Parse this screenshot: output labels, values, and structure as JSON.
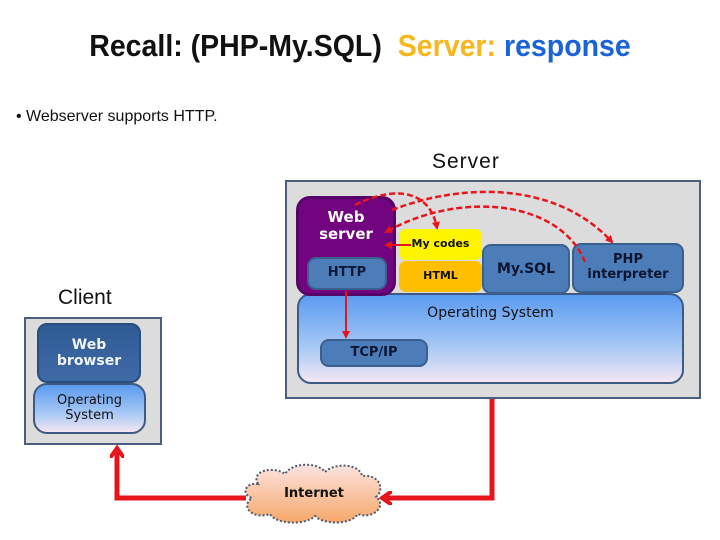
{
  "title": {
    "part1": "Recall: (PHP-My.SQL)",
    "part2": "Server:",
    "part3": "response",
    "colors": {
      "part1": "#111111",
      "part2": "#f6b81e",
      "part3": "#1a63d8"
    }
  },
  "bullets": [
    "• Webserver supports HTTP."
  ],
  "server": {
    "label": "Server",
    "web_server": "Web server",
    "http": "HTTP",
    "my_codes": "My codes",
    "html": "HTML",
    "mysql": "My.SQL",
    "php": "PHP interpreter",
    "os": "Operating System",
    "tcpip": "TCP/IP"
  },
  "client": {
    "label": "Client",
    "browser": "Web browser",
    "os": "Operating System"
  },
  "network": {
    "label": "Internet"
  },
  "colors": {
    "arrow": "#e8141c",
    "web_server": "#72047f",
    "my_codes": "#fff400",
    "html": "#ffbf00",
    "component_blue": "#4c7db8",
    "frame": "#dcdcdc",
    "cloud": "#f7b889"
  }
}
